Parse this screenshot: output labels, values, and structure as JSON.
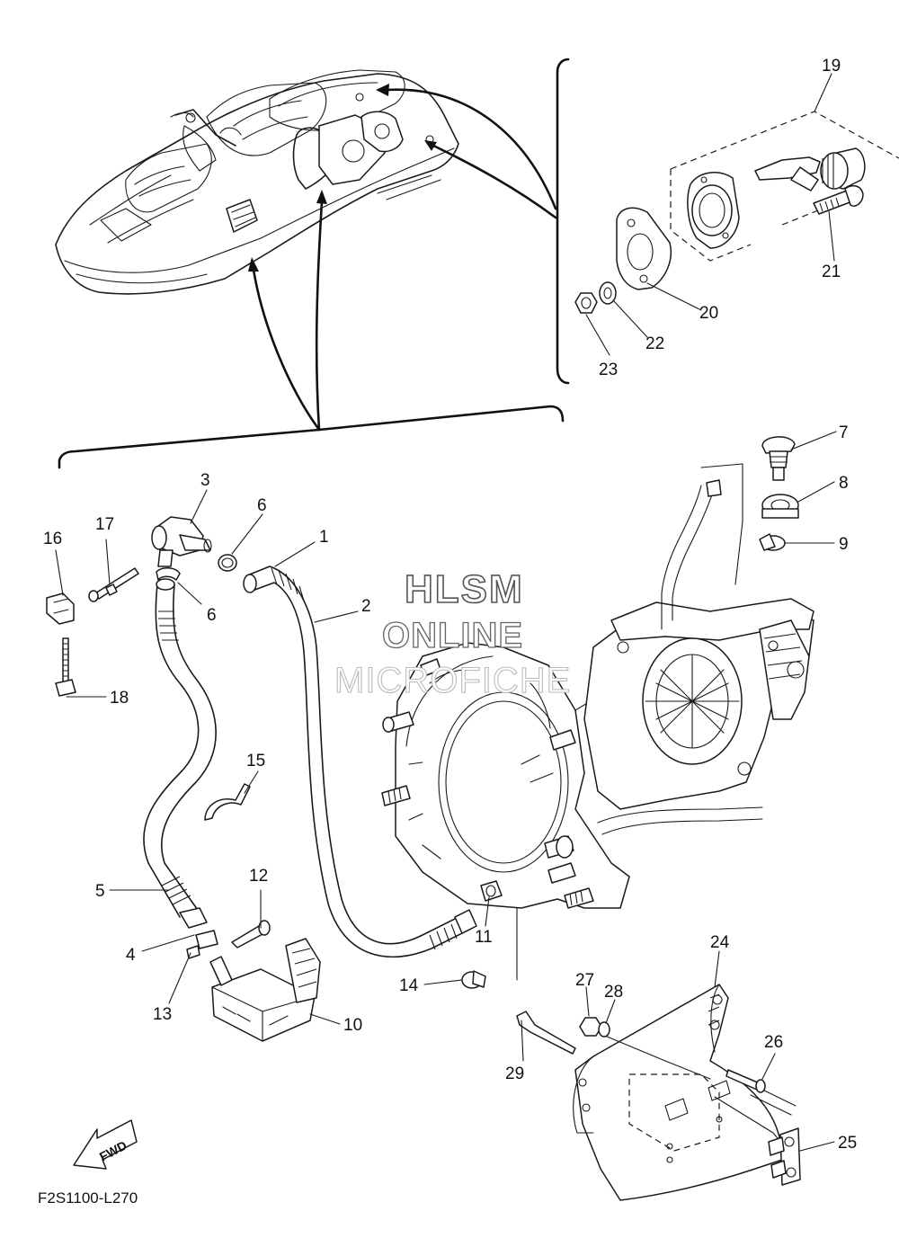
{
  "document": {
    "drawing_code": "F2S1100-L270",
    "direction_label": "FWD"
  },
  "watermark": {
    "line1": "HLSM",
    "line2": "ONLINE",
    "line3": "MICROFICHE"
  },
  "callouts": [
    {
      "id": "1",
      "label": "1"
    },
    {
      "id": "2",
      "label": "2"
    },
    {
      "id": "3",
      "label": "3"
    },
    {
      "id": "4",
      "label": "4"
    },
    {
      "id": "5",
      "label": "5"
    },
    {
      "id": "6a",
      "label": "6"
    },
    {
      "id": "6b",
      "label": "6"
    },
    {
      "id": "7",
      "label": "7"
    },
    {
      "id": "8",
      "label": "8"
    },
    {
      "id": "9",
      "label": "9"
    },
    {
      "id": "10",
      "label": "10"
    },
    {
      "id": "11",
      "label": "11"
    },
    {
      "id": "12",
      "label": "12"
    },
    {
      "id": "13",
      "label": "13"
    },
    {
      "id": "14",
      "label": "14"
    },
    {
      "id": "15",
      "label": "15"
    },
    {
      "id": "16",
      "label": "16"
    },
    {
      "id": "17",
      "label": "17"
    },
    {
      "id": "18",
      "label": "18"
    },
    {
      "id": "19",
      "label": "19"
    },
    {
      "id": "20",
      "label": "20"
    },
    {
      "id": "21",
      "label": "21"
    },
    {
      "id": "22",
      "label": "22"
    },
    {
      "id": "23",
      "label": "23"
    },
    {
      "id": "24",
      "label": "24"
    },
    {
      "id": "25",
      "label": "25"
    },
    {
      "id": "26",
      "label": "26"
    },
    {
      "id": "27",
      "label": "27"
    },
    {
      "id": "28",
      "label": "28"
    },
    {
      "id": "29",
      "label": "29"
    }
  ]
}
